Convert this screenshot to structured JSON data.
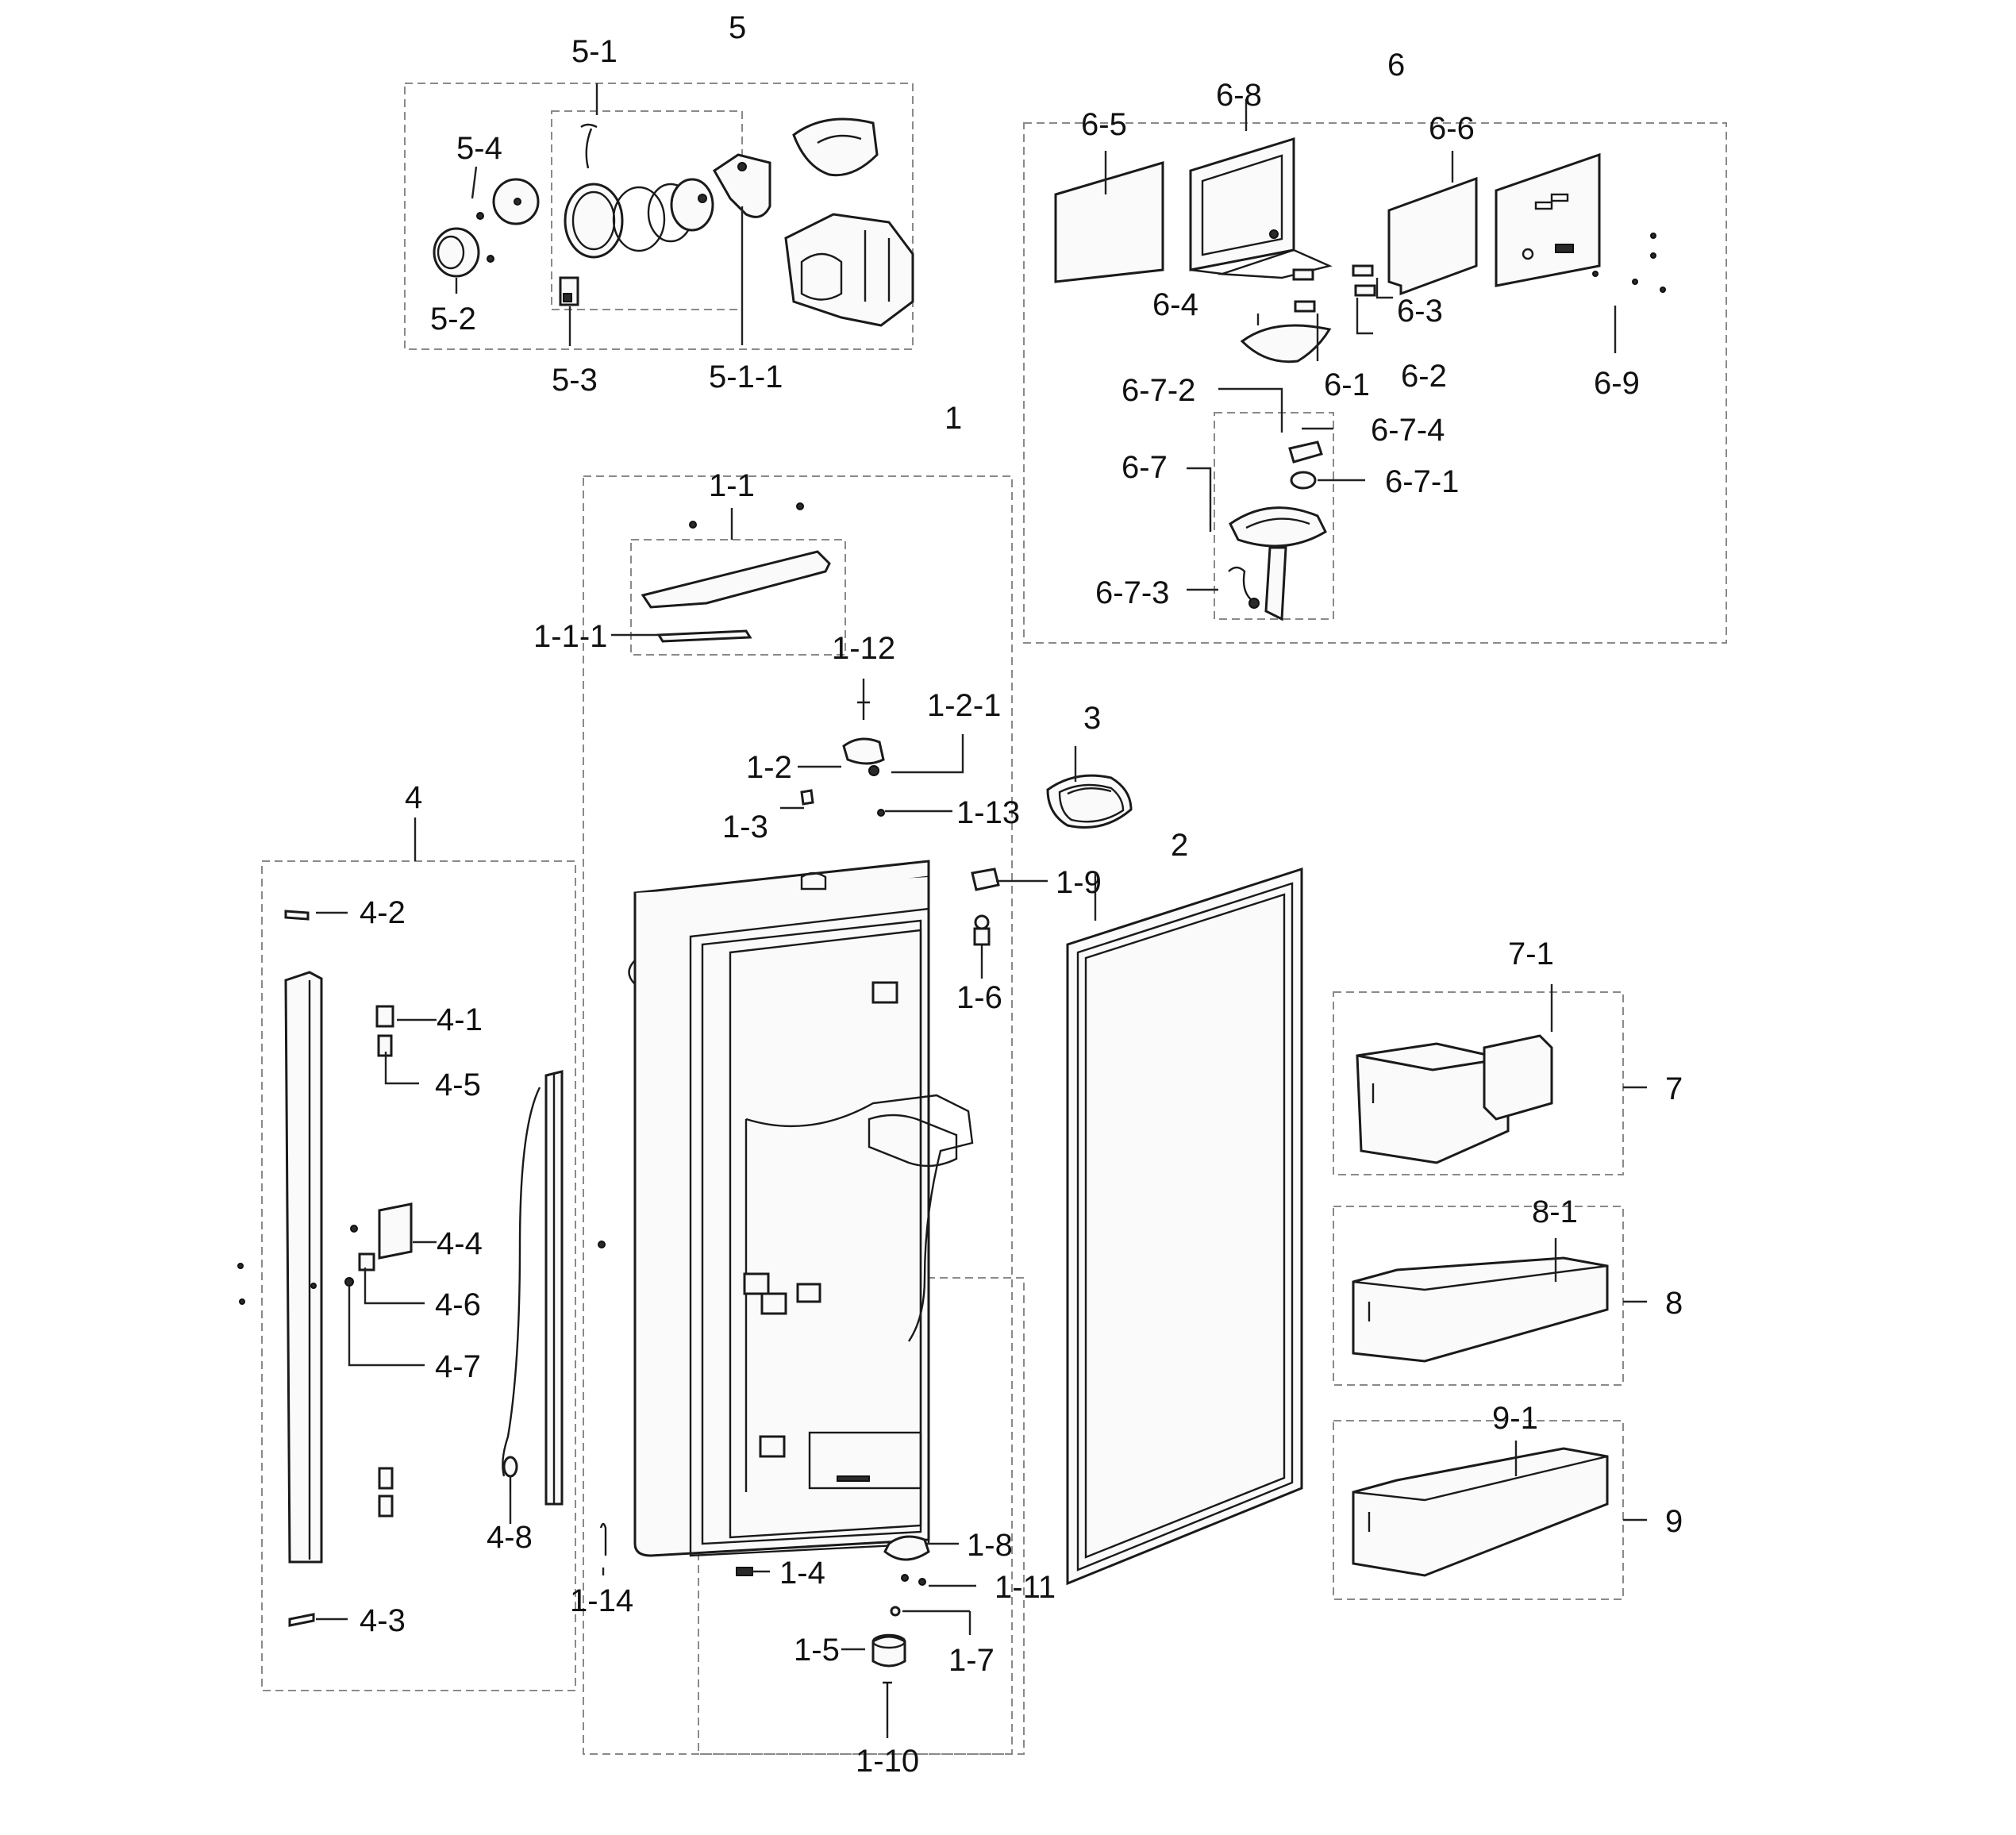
{
  "labels": {
    "g5": "5",
    "p5_1": "5-1",
    "p5_4": "5-4",
    "p5_2": "5-2",
    "p5_3": "5-3",
    "p5_1_1": "5-1-1",
    "g6": "6",
    "p6_8": "6-8",
    "p6_5": "6-5",
    "p6_6": "6-6",
    "p6_4": "6-4",
    "p6_3": "6-3",
    "p6_1": "6-1",
    "p6_2": "6-2",
    "p6_9": "6-9",
    "p6_7_2": "6-7-2",
    "p6_7_4": "6-7-4",
    "p6_7": "6-7",
    "p6_7_1": "6-7-1",
    "p6_7_3": "6-7-3",
    "g1": "1",
    "p1_1": "1-1",
    "p1_1_1": "1-1-1",
    "p1_12": "1-12",
    "p1_2_1": "1-2-1",
    "p1_2": "1-2",
    "p1_3": "1-3",
    "p1_13": "1-13",
    "p1_9": "1-9",
    "p1_6": "1-6",
    "p1_8": "1-8",
    "p1_4": "1-4",
    "p1_11": "1-11",
    "p1_14": "1-14",
    "p1_5": "1-5",
    "p1_7": "1-7",
    "p1_10": "1-10",
    "g3": "3",
    "g2": "2",
    "g4": "4",
    "p4_2": "4-2",
    "p4_1": "4-1",
    "p4_5": "4-5",
    "p4_4": "4-4",
    "p4_6": "4-6",
    "p4_7": "4-7",
    "p4_8": "4-8",
    "p4_3": "4-3",
    "p7_1": "7-1",
    "g7": "7",
    "p8_1": "8-1",
    "g8": "8",
    "p9_1": "9-1",
    "g9": "9"
  }
}
